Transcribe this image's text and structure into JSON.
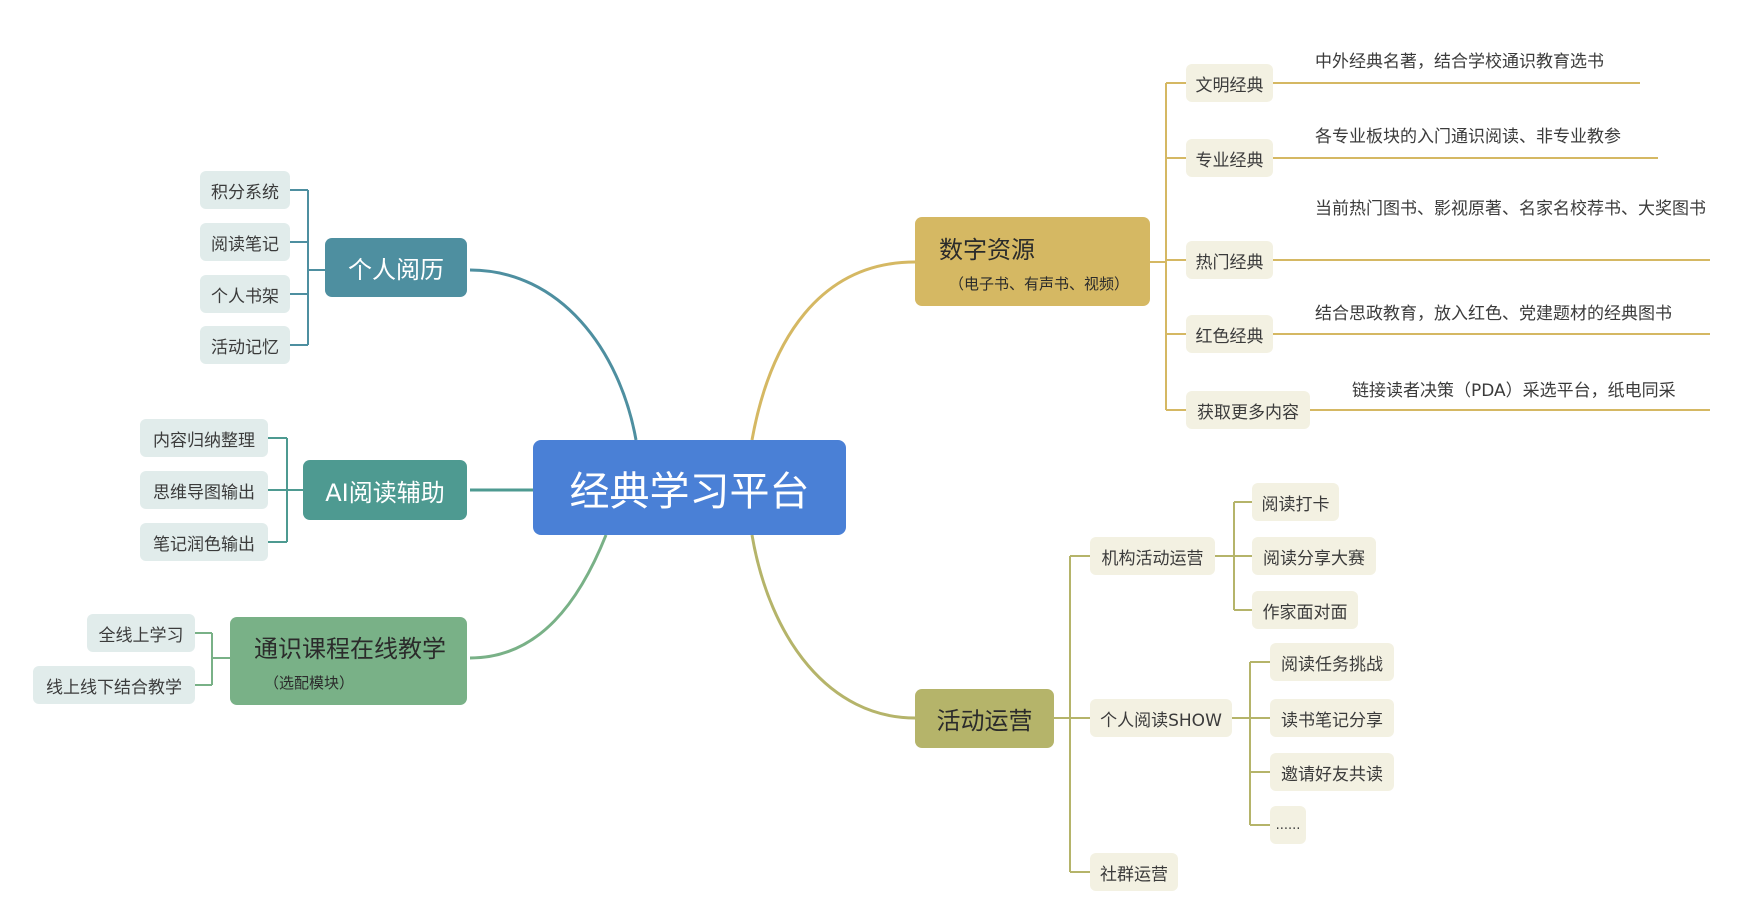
{
  "root": {
    "label": "经典学习平台",
    "color": "#4a80d6"
  },
  "branches": {
    "personal": {
      "label": "个人阅历",
      "color": "#4e8fa0",
      "children": [
        "积分系统",
        "阅读笔记",
        "个人书架",
        "活动记忆"
      ]
    },
    "ai": {
      "label": "AI阅读辅助",
      "color": "#4e9a91",
      "children": [
        "内容归纳整理",
        "思维导图输出",
        "笔记润色输出"
      ]
    },
    "course": {
      "label": "通识课程在线教学",
      "sub": "（选配模块）",
      "color": "#79b187",
      "children": [
        "全线上学习",
        "线上线下结合教学"
      ]
    },
    "digital": {
      "label": "数字资源",
      "sub": "（电子书、有声书、视频）",
      "color": "#d5b863",
      "children": [
        {
          "label": "文明经典",
          "note": "中外经典名著，结合学校通识教育选书"
        },
        {
          "label": "专业经典",
          "note": "各专业板块的入门通识阅读、非专业教参"
        },
        {
          "label": "热门经典",
          "note": "当前热门图书、影视原著、名家名校荐书、大奖图书"
        },
        {
          "label": "红色经典",
          "note": "结合思政教育，放入红色、党建题材的经典图书"
        },
        {
          "label": "获取更多内容",
          "note": "链接读者决策（PDA）采选平台，纸电同采"
        }
      ]
    },
    "activity": {
      "label": "活动运营",
      "color": "#b5b46a",
      "children": [
        {
          "label": "机构活动运营",
          "children": [
            "阅读打卡",
            "阅读分享大赛",
            "作家面对面"
          ]
        },
        {
          "label": "个人阅读SHOW",
          "children": [
            "阅读任务挑战",
            "读书笔记分享",
            "邀请好友共读",
            "......"
          ]
        },
        {
          "label": "社群运营"
        }
      ]
    }
  }
}
